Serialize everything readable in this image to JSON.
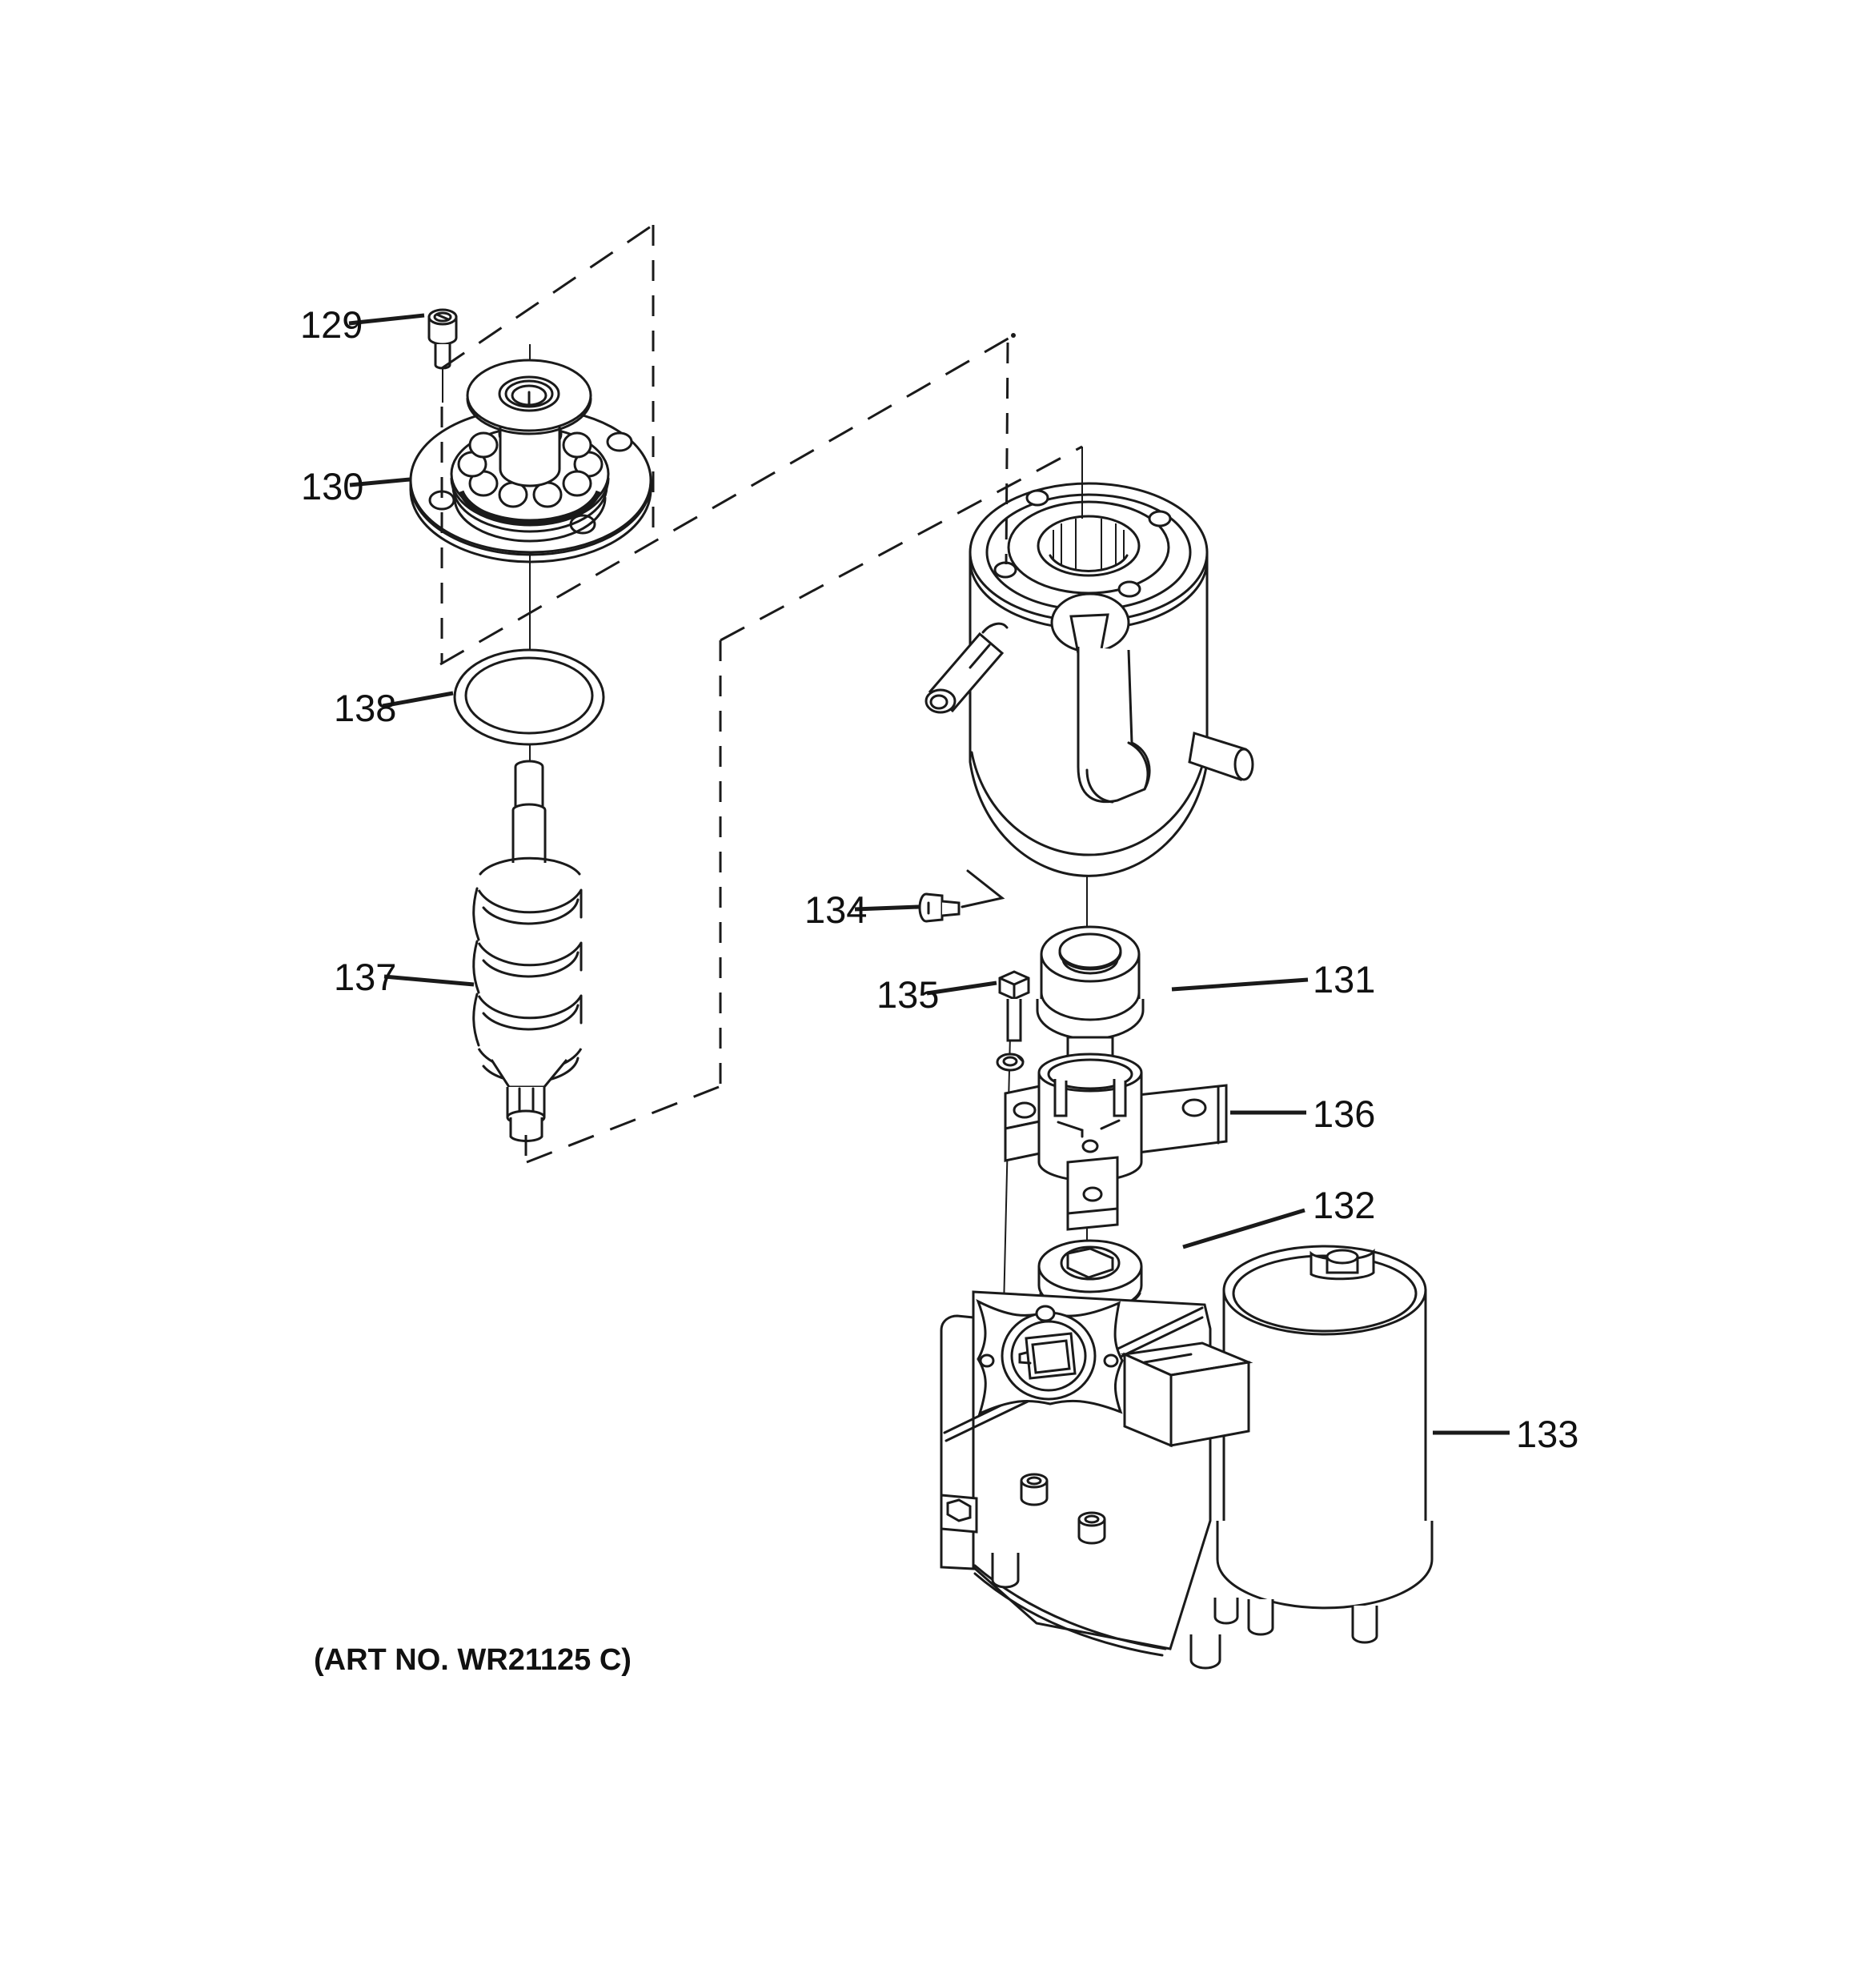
{
  "diagram": {
    "type": "exploded-parts-diagram",
    "art_no": "(ART NO. WR21125 C)",
    "colors": {
      "line": "#1a1a1a",
      "background": "#ffffff"
    },
    "callouts": [
      {
        "text": "129"
      },
      {
        "text": "130"
      },
      {
        "text": "138"
      },
      {
        "text": "137"
      },
      {
        "text": "134"
      },
      {
        "text": "135"
      },
      {
        "text": "131"
      },
      {
        "text": "136"
      },
      {
        "text": "132"
      },
      {
        "text": "133"
      }
    ]
  }
}
